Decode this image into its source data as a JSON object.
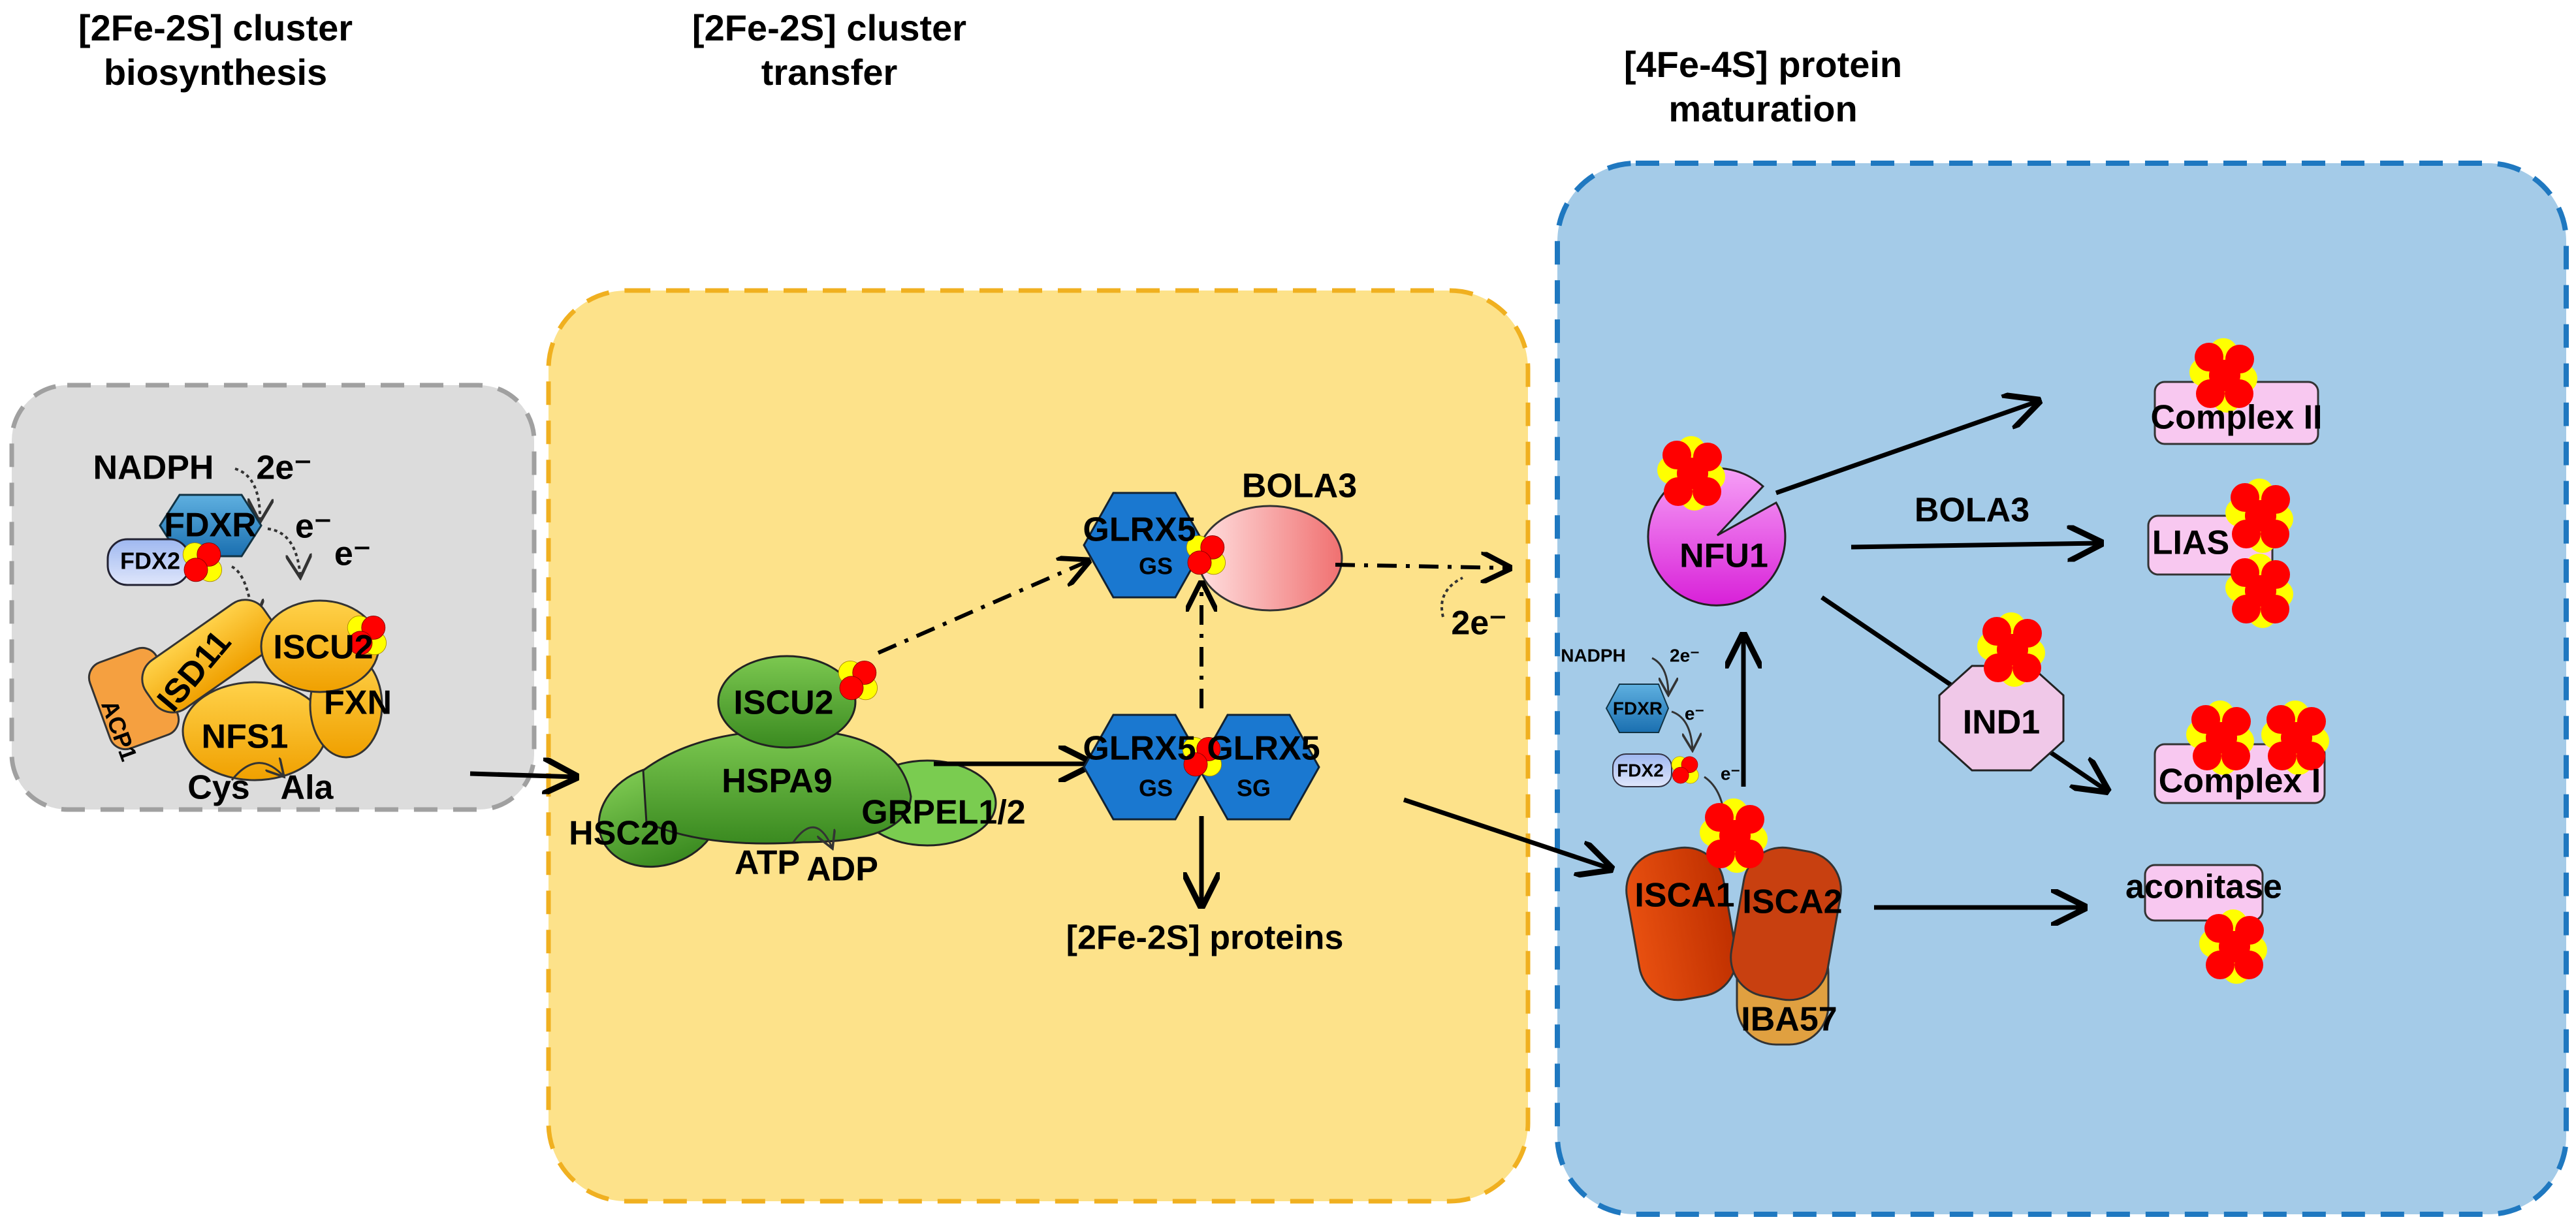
{
  "titles": {
    "biosynthesis": [
      "[2Fe-2S] cluster",
      "biosynthesis"
    ],
    "transfer": [
      "[2Fe-2S] cluster",
      "transfer"
    ],
    "maturation": [
      "[4Fe-4S] protein",
      "maturation"
    ]
  },
  "biosynthesis": {
    "nadph": "NADPH",
    "two_e": "2e⁻",
    "e1": "e⁻",
    "e2": "e⁻",
    "fdxr": "FDXR",
    "fdx2": "FDX2",
    "iscu2": "ISCU2",
    "isd11": "ISD11",
    "acp1": "ACP1",
    "nfs1": "NFS1",
    "fxn": "FXN",
    "cys": "Cys",
    "ala": "Ala"
  },
  "transfer": {
    "iscu2": "ISCU2",
    "hspa9": "HSPA9",
    "hsc20": "HSC20",
    "grpel": "GRPEL1/2",
    "atp": "ATP",
    "adp": "ADP",
    "glrx5": "GLRX5",
    "gs": "GS",
    "sg": "SG",
    "bola3": "BOLA3",
    "proteins": "[2Fe-2S] proteins",
    "two_e": "2e⁻"
  },
  "maturation": {
    "nfu1": "NFU1",
    "bola3": "BOLA3",
    "complex_ii": "Complex II",
    "lias": "LIAS",
    "complex_i": "Complex I",
    "ind1": "IND1",
    "nadph": "NADPH",
    "two_e": "2e⁻",
    "e1": "e⁻",
    "e2": "e⁻",
    "fdxr": "FDXR",
    "fdx2": "FDX2",
    "isca1": "ISCA1",
    "isca2": "ISCA2",
    "iba57": "IBA57",
    "aconitase": "aconitase"
  },
  "colors": {
    "biosynthesis_panel": "#dcdcdc",
    "transfer_panel": "#fde28a",
    "maturation_panel": "#a4cbe8",
    "iron": "#ff0000",
    "sulfur": "#ffff00",
    "glrx5": "#1a78d0",
    "nfu1": "#e040e0"
  }
}
